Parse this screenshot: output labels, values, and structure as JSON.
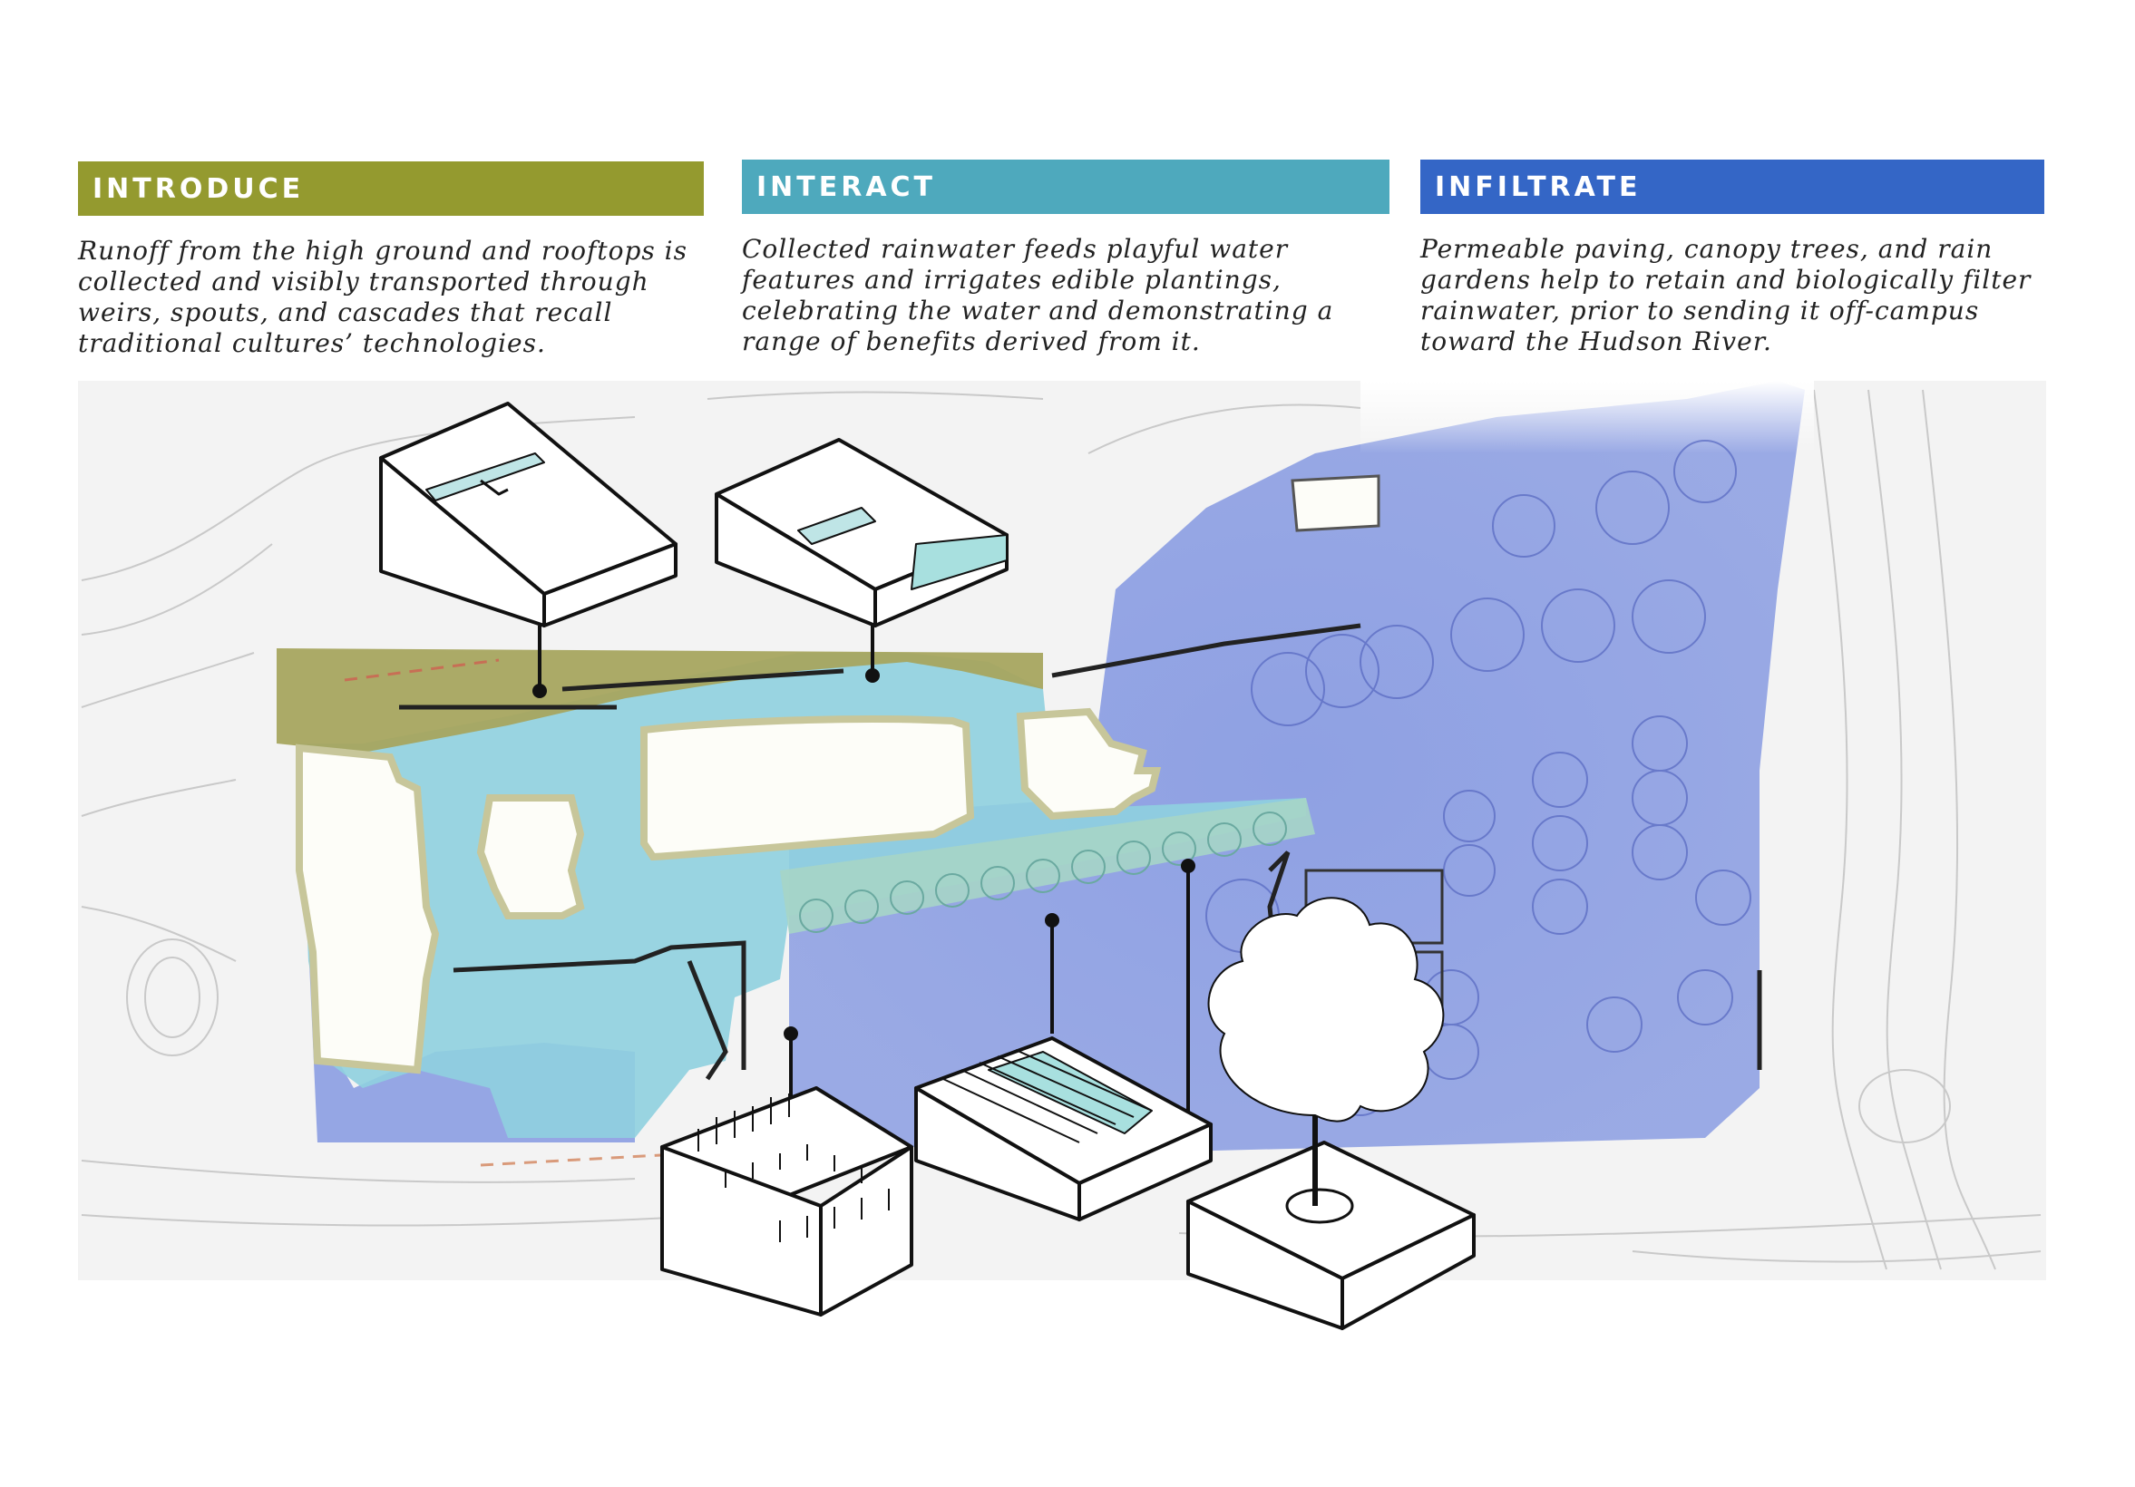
{
  "columns": [
    {
      "heading": "INTRODUCE",
      "text": "Runoff from the high ground and rooftops is collected and visibly transported through weirs, spouts, and cascades that recall traditional cultures’ technologies.",
      "color": "#949a2f"
    },
    {
      "heading": "INTERACT",
      "text": "Collected rainwater feeds playful water features and irrigates edible plantings, celebrating the water and demonstrating a range of benefits derived from it.",
      "color": "#4ea9bd"
    },
    {
      "heading": "INFILTRATE",
      "text": "Permeable paving, canopy trees, and rain gardens help to retain and biologically filter rainwater, prior to sending it off-campus toward the Hudson River.",
      "color": "#3466c6"
    }
  ],
  "zone_colors": {
    "introduce_fill": "#a7a55f",
    "interact_fill": "#8fd0df",
    "infiltrate_fill": "#7d92e0",
    "building_fill": "#fdfdf8",
    "building_outline": "#c7c69a"
  }
}
